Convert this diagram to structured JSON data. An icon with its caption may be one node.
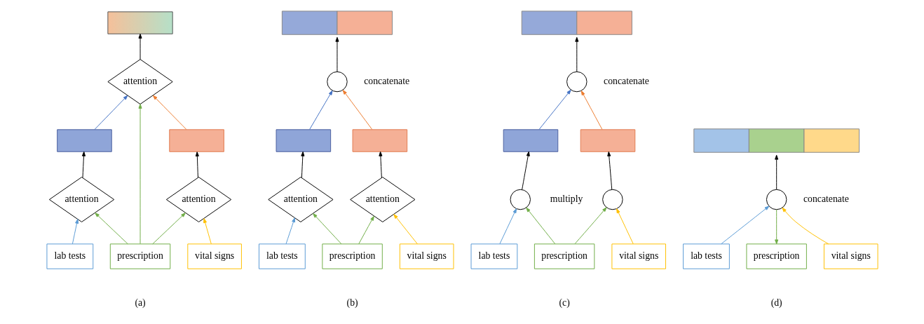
{
  "diagram": {
    "nodes": [
      {
        "text": [],
        "shape": "bar"
      },
      {
        "text": [
          "attention"
        ]
      },
      {
        "text": [],
        "shape": "box"
      },
      {
        "text": [],
        "shape": "box"
      },
      {
        "text": [
          "attention"
        ]
      },
      {
        "text": [
          "attention"
        ]
      },
      {
        "text": [
          "lab tests"
        ]
      },
      {
        "text": [
          "prescription"
        ]
      },
      {
        "text": [
          "vital signs"
        ]
      },
      {
        "text": [],
        "shape": "bar"
      },
      {
        "text": [],
        "shape": "circle",
        "beside": [
          "concatenate"
        ]
      },
      {
        "text": [],
        "shape": "box"
      },
      {
        "text": [],
        "shape": "box"
      },
      {
        "text": [
          "attention"
        ]
      },
      {
        "text": [
          "attention"
        ]
      },
      {
        "text": [
          "lab tests"
        ]
      },
      {
        "text": [
          "prescription"
        ]
      },
      {
        "text": [
          "vital signs"
        ]
      },
      {
        "text": [],
        "shape": "bar"
      },
      {
        "text": [],
        "shape": "circle",
        "beside": [
          "concatenate"
        ]
      },
      {
        "text": [],
        "shape": "box"
      },
      {
        "text": [],
        "shape": "box"
      },
      {
        "text": [],
        "shape": "circle",
        "beside": [
          "multiply"
        ]
      },
      {
        "text": [],
        "shape": "circle"
      },
      {
        "text": [
          "lab tests"
        ]
      },
      {
        "text": [
          "prescription"
        ]
      },
      {
        "text": [
          "vital signs"
        ]
      },
      {
        "text": [],
        "shape": "bar"
      },
      {
        "text": [],
        "shape": "circle",
        "beside": [
          "concatenate"
        ]
      },
      {
        "text": [
          "lab tests"
        ]
      },
      {
        "text": [
          "prescription"
        ]
      },
      {
        "text": [
          "vital signs"
        ]
      }
    ],
    "edges": [
      {
        "from": 1,
        "to": 0,
        "arrow": "to"
      },
      {
        "from": 2,
        "to": 1,
        "arrow": "to",
        "color": "#4472c4"
      },
      {
        "from": 7,
        "to": 1,
        "arrow": "to",
        "color": "#70ad47"
      },
      {
        "from": 3,
        "to": 1,
        "arrow": "to",
        "color": "#ed7d31"
      },
      {
        "from": 4,
        "to": 2,
        "arrow": "to"
      },
      {
        "from": 5,
        "to": 3,
        "arrow": "to"
      },
      {
        "from": 6,
        "to": 4,
        "arrow": "to",
        "color": "#5b9bd5"
      },
      {
        "from": 7,
        "to": 4,
        "arrow": "to",
        "color": "#70ad47"
      },
      {
        "from": 7,
        "to": 5,
        "arrow": "to",
        "color": "#70ad47"
      },
      {
        "from": 8,
        "to": 5,
        "arrow": "to",
        "color": "#ffc000"
      },
      {
        "from": 10,
        "to": 9,
        "arrow": "to"
      },
      {
        "from": 11,
        "to": 10,
        "arrow": "to",
        "color": "#4472c4"
      },
      {
        "from": 12,
        "to": 10,
        "arrow": "to",
        "color": "#ed7d31"
      },
      {
        "from": 13,
        "to": 11,
        "arrow": "to"
      },
      {
        "from": 14,
        "to": 12,
        "arrow": "to"
      },
      {
        "from": 15,
        "to": 13,
        "arrow": "to",
        "color": "#5b9bd5"
      },
      {
        "from": 16,
        "to": 13,
        "arrow": "to",
        "color": "#70ad47"
      },
      {
        "from": 16,
        "to": 14,
        "arrow": "to",
        "color": "#70ad47"
      },
      {
        "from": 17,
        "to": 14,
        "arrow": "to",
        "color": "#ffc000"
      },
      {
        "from": 19,
        "to": 18,
        "arrow": "to"
      },
      {
        "from": 20,
        "to": 19,
        "arrow": "to",
        "color": "#4472c4"
      },
      {
        "from": 21,
        "to": 19,
        "arrow": "to",
        "color": "#ed7d31"
      },
      {
        "from": 22,
        "to": 20,
        "arrow": "to"
      },
      {
        "from": 23,
        "to": 21,
        "arrow": "to"
      },
      {
        "from": 24,
        "to": 22,
        "arrow": "to",
        "color": "#5b9bd5"
      },
      {
        "from": 25,
        "to": 22,
        "arrow": "to",
        "color": "#70ad47"
      },
      {
        "from": 25,
        "to": 23,
        "arrow": "to",
        "color": "#70ad47"
      },
      {
        "from": 26,
        "to": 23,
        "arrow": "to",
        "color": "#ffc000"
      },
      {
        "from": 28,
        "to": 27,
        "arrow": "to"
      },
      {
        "from": 29,
        "to": 28,
        "arrow": "to",
        "color": "#5b9bd5"
      },
      {
        "from": 28,
        "to": 30,
        "arrow": "to",
        "color": "#70ad47"
      },
      {
        "from": 31,
        "to": 28,
        "arrow": "to",
        "color": "#ffc000"
      }
    ],
    "labels": [
      "(a)",
      "(b)",
      "(c)",
      "(d)"
    ]
  }
}
